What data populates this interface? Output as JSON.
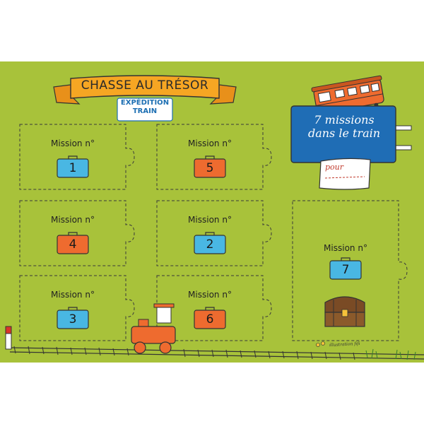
{
  "header": {
    "title": "CHASSE AU TRÉSOR",
    "subtitle_line1": "EXPÉDITION",
    "subtitle_line2": "TRAIN"
  },
  "sign": {
    "line1": "7 missions",
    "line2": "dans le train",
    "pour_label": "pour"
  },
  "missions": [
    {
      "label": "Mission n°",
      "number": "1",
      "case_color": "#49b7e3"
    },
    {
      "label": "Mission n°",
      "number": "5",
      "case_color": "#ee6b2f"
    },
    {
      "label": "Mission n°",
      "number": "4",
      "case_color": "#ee6b2f"
    },
    {
      "label": "Mission n°",
      "number": "2",
      "case_color": "#49b7e3"
    },
    {
      "label": "Mission n°",
      "number": "3",
      "case_color": "#49b7e3"
    },
    {
      "label": "Mission n°",
      "number": "6",
      "case_color": "#ee6b2f"
    },
    {
      "label": "Mission n°",
      "number": "7",
      "case_color": "#49b7e3"
    }
  ],
  "credit": "illustration fifi",
  "colors": {
    "board": "#a8c23a",
    "banner": "#f6a623",
    "sign": "#1f6db5",
    "orange": "#ee6b2f",
    "blue": "#49b7e3"
  }
}
